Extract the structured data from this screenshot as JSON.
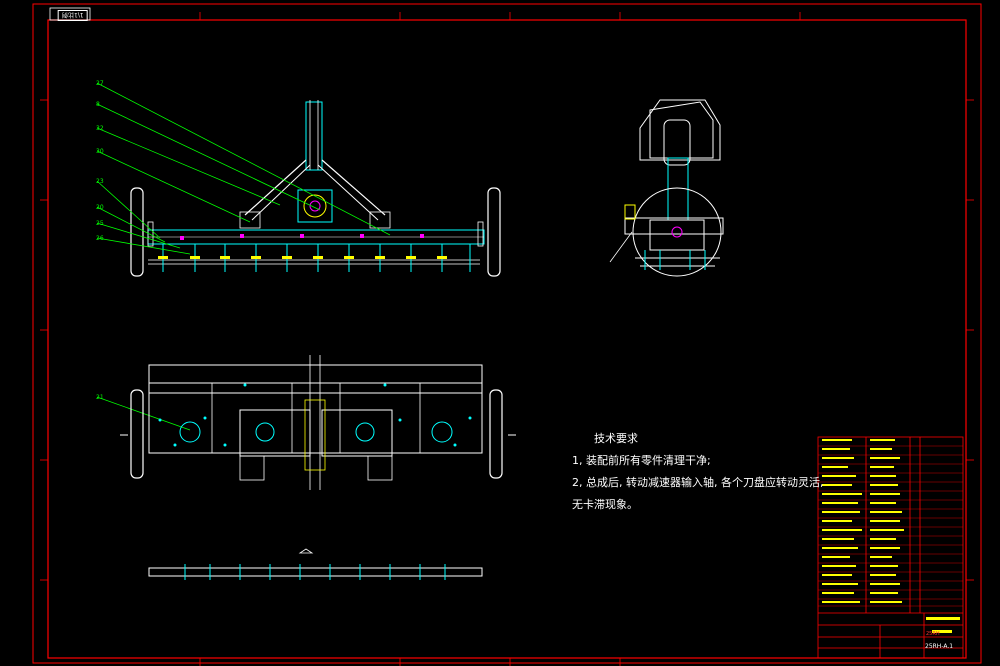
{
  "drawing": {
    "stamp_text": "1\\1比例",
    "drawing_number": "25RH-A.1",
    "title_block_text": "25RH",
    "colors": {
      "background": "#000000",
      "border": "#ff0000",
      "outline": "#ffffff",
      "detail": "#00ffff",
      "leader": "#00ff00",
      "parts": "#ffff00",
      "accent": "#ff00ff"
    }
  },
  "callouts": [
    "27",
    "8",
    "32",
    "30",
    "23",
    "20",
    "25",
    "26",
    "21"
  ],
  "notes": {
    "title": "技术要求",
    "line1": "1, 装配前所有零件清理干净;",
    "line2": "2, 总成后, 转动减速器输入轴, 各个刀盘应转动灵活,",
    "line3": "无卡滞现象。"
  }
}
